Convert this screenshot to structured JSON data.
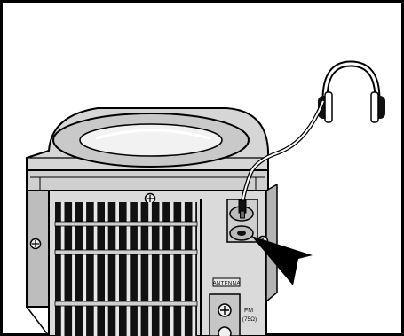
{
  "labels": {
    "antenna": "ANTENNA",
    "fm": "FM",
    "fm_impedance": "(75Ω)"
  },
  "colors": {
    "outline": "#000000",
    "body": "#d9d9d9",
    "body_dark": "#a8a8a8",
    "grille": "#111111",
    "background": "#ffffff"
  },
  "icons": {
    "headphones": "headphones-icon",
    "pointer": "arrow-pointer-icon",
    "screw": "screw-icon"
  }
}
